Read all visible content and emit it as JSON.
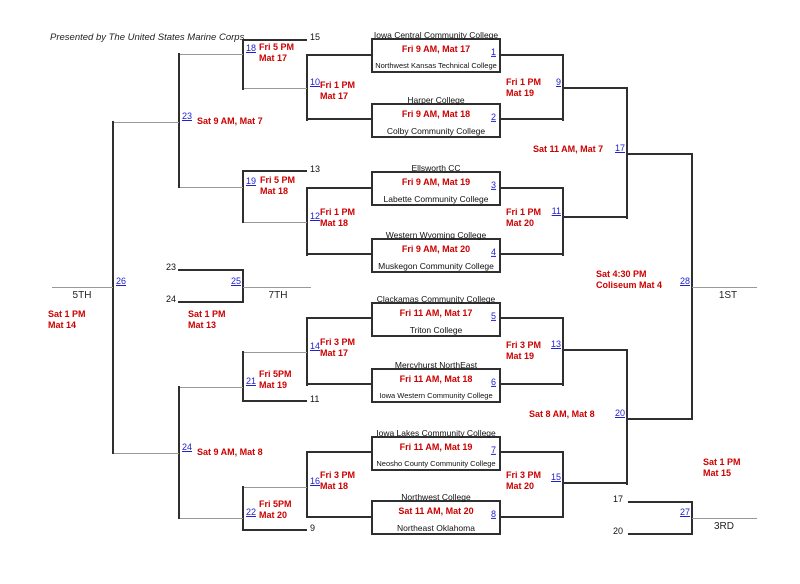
{
  "title": "Presented by The United States Marine Corps",
  "colors": {
    "schedule_text": "#cc0000",
    "match_number_link": "#2222cc",
    "bracket_line": "#2f2f2f",
    "winner_line": "#999999"
  },
  "first_round": [
    {
      "num": "1",
      "top": "Iowa Central Community College",
      "schedule": "Fri 9 AM, Mat 17",
      "bottom": "Northwest Kansas Technical College"
    },
    {
      "num": "2",
      "top": "Harper College",
      "schedule": "Fri 9 AM, Mat 18",
      "bottom": "Colby Community College"
    },
    {
      "num": "3",
      "top": "Ellsworth CC",
      "schedule": "Fri 9 AM, Mat 19",
      "bottom": "Labette Community College"
    },
    {
      "num": "4",
      "top": "Western Wyoming College",
      "schedule": "Fri 9 AM, Mat 20",
      "bottom": "Muskegon Community College"
    },
    {
      "num": "5",
      "top": "Clackamas Community College",
      "schedule": "Fri 11 AM, Mat 17",
      "bottom": "Triton College"
    },
    {
      "num": "6",
      "top": "Mercyhurst NorthEast",
      "schedule": "Fri 11 AM, Mat 18",
      "bottom": "Iowa Western Community College"
    },
    {
      "num": "7",
      "top": "Iowa Lakes Community College",
      "schedule": "Fri 11 AM, Mat 19",
      "bottom": "Neosho County Community College"
    },
    {
      "num": "8",
      "top": "Northwest College",
      "schedule": "Sat 11 AM, Mat 20",
      "bottom": "Northeast Oklahoma"
    }
  ],
  "matches": {
    "m9": {
      "num": "9",
      "time": "Fri 1 PM",
      "mat": "Mat 19"
    },
    "m10": {
      "num": "10",
      "time": "Fri 1 PM",
      "mat": "Mat 17"
    },
    "m11": {
      "num": "11",
      "time": "Fri 1 PM",
      "mat": "Mat 20"
    },
    "m12": {
      "num": "12",
      "time": "Fri 1 PM",
      "mat": "Mat 18"
    },
    "m13": {
      "num": "13",
      "time": "Fri 3 PM",
      "mat": "Mat 19"
    },
    "m14": {
      "num": "14",
      "time": "Fri 3 PM",
      "mat": "Mat 17"
    },
    "m15": {
      "num": "15",
      "time": "Fri 3 PM",
      "mat": "Mat 20"
    },
    "m16": {
      "num": "16",
      "time": "Fri 3 PM",
      "mat": "Mat 18"
    },
    "m17": {
      "num": "17",
      "schedule": "Sat 11 AM, Mat 7"
    },
    "m18": {
      "num": "18",
      "time": "Fri 5 PM",
      "mat": "Mat 17",
      "loser_in": "15"
    },
    "m19": {
      "num": "19",
      "time": "Fri 5 PM",
      "mat": "Mat 18",
      "loser_in": "13"
    },
    "m20": {
      "num": "20",
      "schedule": "Sat 8 AM, Mat 8"
    },
    "m21": {
      "num": "21",
      "time": "Fri 5PM",
      "mat": "Mat 19",
      "loser_in": "11"
    },
    "m22": {
      "num": "22",
      "time": "Fri 5PM",
      "mat": "Mat 20",
      "loser_in": "9"
    },
    "m23": {
      "num": "23",
      "schedule": "Sat 9 AM, Mat 7"
    },
    "m24": {
      "num": "24",
      "schedule": "Sat 9 AM, Mat 8"
    },
    "m25": {
      "num": "25",
      "time": "Sat 1 PM",
      "mat": "Mat 13",
      "feeder_top": "23",
      "feeder_bottom": "24",
      "place": "7TH"
    },
    "m26": {
      "num": "26",
      "time": "Sat 1 PM",
      "mat": "Mat 14",
      "place": "5TH"
    },
    "m27": {
      "num": "27",
      "time": "Sat 1 PM",
      "mat": "Mat 15",
      "feeder_top": "17",
      "feeder_bottom": "20",
      "place": "3RD"
    },
    "m28": {
      "num": "28",
      "time": "Sat 4:30 PM",
      "mat": "Coliseum Mat 4",
      "place": "1ST"
    }
  }
}
